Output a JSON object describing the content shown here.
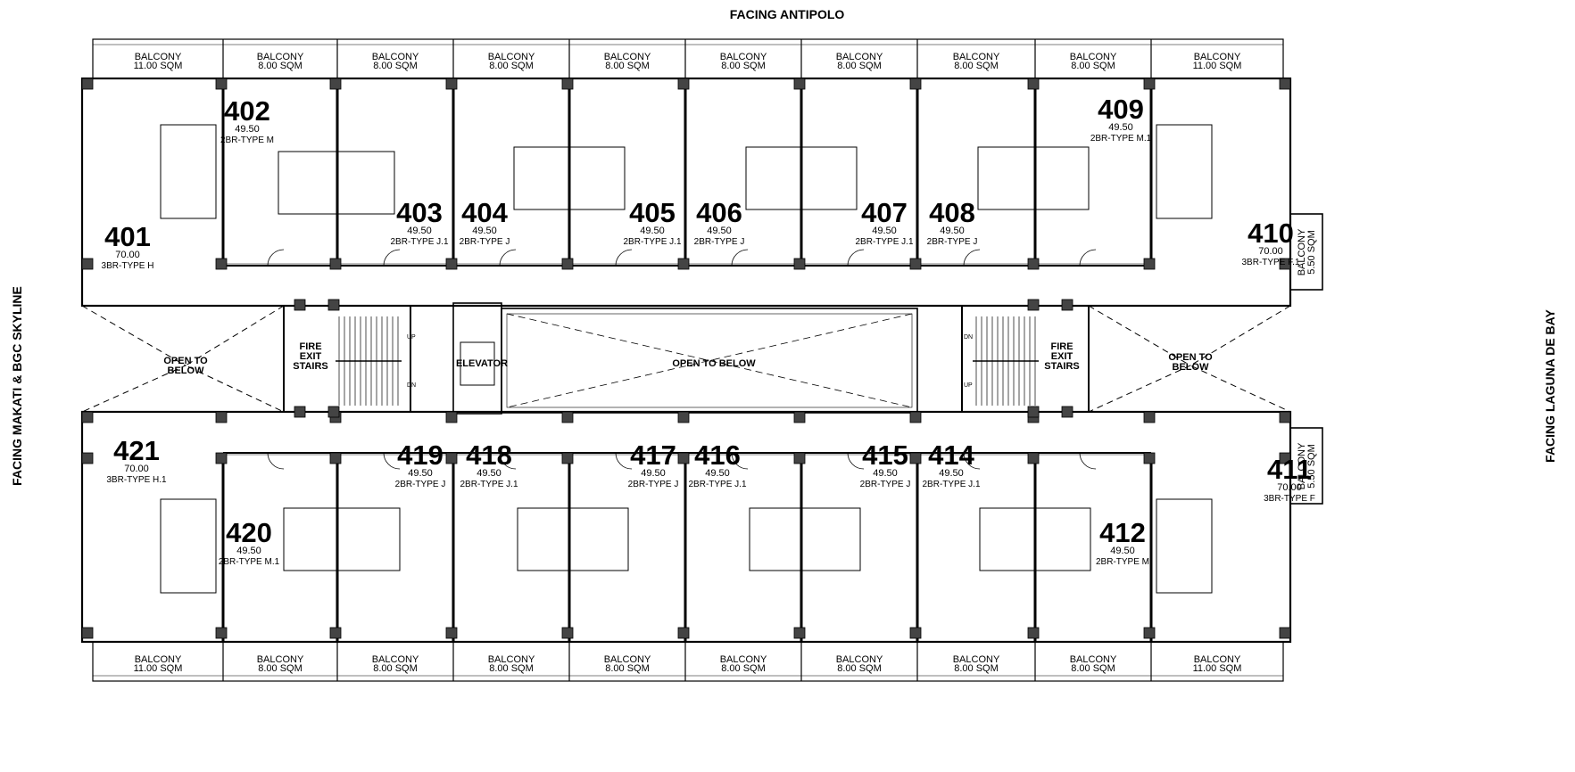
{
  "orientation": {
    "top": "FACING ANTIPOLO",
    "left": "FACING MAKATI & BGC SKYLINE",
    "right": "FACING LAGUNA DE BAY"
  },
  "units_top": [
    {
      "no": "401",
      "area": "70.00",
      "type": "3BR-TYPE H"
    },
    {
      "no": "402",
      "area": "49.50",
      "type": "2BR-TYPE M"
    },
    {
      "no": "403",
      "area": "49.50",
      "type": "2BR-TYPE J.1"
    },
    {
      "no": "404",
      "area": "49.50",
      "type": "2BR-TYPE J"
    },
    {
      "no": "405",
      "area": "49.50",
      "type": "2BR-TYPE J.1"
    },
    {
      "no": "406",
      "area": "49.50",
      "type": "2BR-TYPE J"
    },
    {
      "no": "407",
      "area": "49.50",
      "type": "2BR-TYPE J.1"
    },
    {
      "no": "408",
      "area": "49.50",
      "type": "2BR-TYPE J"
    },
    {
      "no": "409",
      "area": "49.50",
      "type": "2BR-TYPE M.1"
    },
    {
      "no": "410",
      "area": "70.00",
      "type": "3BR-TYPE F.1"
    }
  ],
  "units_bottom": [
    {
      "no": "421",
      "area": "70.00",
      "type": "3BR-TYPE H.1"
    },
    {
      "no": "420",
      "area": "49.50",
      "type": "2BR-TYPE M.1"
    },
    {
      "no": "419",
      "area": "49.50",
      "type": "2BR-TYPE J"
    },
    {
      "no": "418",
      "area": "49.50",
      "type": "2BR-TYPE J.1"
    },
    {
      "no": "417",
      "area": "49.50",
      "type": "2BR-TYPE J"
    },
    {
      "no": "416",
      "area": "49.50",
      "type": "2BR-TYPE J.1"
    },
    {
      "no": "415",
      "area": "49.50",
      "type": "2BR-TYPE J"
    },
    {
      "no": "414",
      "area": "49.50",
      "type": "2BR-TYPE J.1"
    },
    {
      "no": "412",
      "area": "49.50",
      "type": "2BR-TYPE M"
    },
    {
      "no": "411",
      "area": "70.00",
      "type": "3BR-TYPE F"
    }
  ],
  "balconies_top": [
    {
      "l1": "BALCONY",
      "l2": "11.00 SQM"
    },
    {
      "l1": "BALCONY",
      "l2": "8.00 SQM"
    },
    {
      "l1": "BALCONY",
      "l2": "8.00 SQM"
    },
    {
      "l1": "BALCONY",
      "l2": "8.00 SQM"
    },
    {
      "l1": "BALCONY",
      "l2": "8.00 SQM"
    },
    {
      "l1": "BALCONY",
      "l2": "8.00 SQM"
    },
    {
      "l1": "BALCONY",
      "l2": "8.00 SQM"
    },
    {
      "l1": "BALCONY",
      "l2": "8.00 SQM"
    },
    {
      "l1": "BALCONY",
      "l2": "8.00 SQM"
    },
    {
      "l1": "BALCONY",
      "l2": "11.00 SQM"
    }
  ],
  "balconies_bottom": [
    {
      "l1": "BALCONY",
      "l2": "11.00 SQM"
    },
    {
      "l1": "BALCONY",
      "l2": "8.00 SQM"
    },
    {
      "l1": "BALCONY",
      "l2": "8.00 SQM"
    },
    {
      "l1": "BALCONY",
      "l2": "8.00 SQM"
    },
    {
      "l1": "BALCONY",
      "l2": "8.00 SQM"
    },
    {
      "l1": "BALCONY",
      "l2": "8.00 SQM"
    },
    {
      "l1": "BALCONY",
      "l2": "8.00 SQM"
    },
    {
      "l1": "BALCONY",
      "l2": "8.00 SQM"
    },
    {
      "l1": "BALCONY",
      "l2": "8.00 SQM"
    },
    {
      "l1": "BALCONY",
      "l2": "11.00 SQM"
    }
  ],
  "side_balconies": [
    {
      "l1": "BALCONY",
      "l2": "5.50 SQM"
    },
    {
      "l1": "BALCONY",
      "l2": "5.50 SQM"
    }
  ],
  "core": {
    "fire_exit_left": [
      "FIRE",
      "EXIT",
      "STAIRS"
    ],
    "fire_exit_right": [
      "FIRE",
      "EXIT",
      "STAIRS"
    ],
    "elevator": "ELEVATOR",
    "atrium": "OPEN TO BELOW",
    "open_left": [
      "OPEN TO",
      "BELOW"
    ],
    "open_right": [
      "OPEN TO",
      "BELOW"
    ],
    "stair_left_up": "UP",
    "stair_left_dn": "DN",
    "stair_right_up": "UP",
    "stair_right_dn": "DN"
  }
}
